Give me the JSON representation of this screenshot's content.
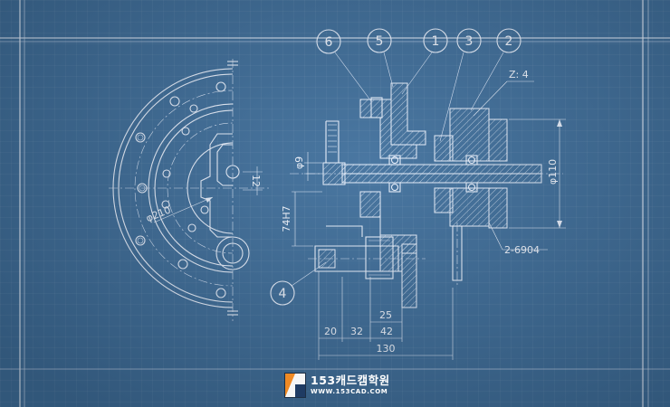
{
  "drawing": {
    "part_balloons": [
      "6",
      "5",
      "1",
      "3",
      "2",
      "4"
    ],
    "notes": {
      "gear_z": "Z: 4",
      "bearing": "2-6904"
    },
    "dimensions": {
      "dia_210": "φ210",
      "dia_110": "φ110",
      "dia_9": "φ9",
      "size_12": "12",
      "size_74h7": "74H7",
      "len_25": "25",
      "len_20": "20",
      "len_32": "32",
      "len_42": "42",
      "len_130": "130"
    }
  },
  "watermark": {
    "brand": "153캐드캠학원",
    "url": "WWW.153CAD.COM"
  },
  "theme": {
    "background": "#3f6f9c",
    "line": "#eaf2ff",
    "logo_orange": "#f08a24",
    "logo_navy": "#1f3b63"
  }
}
